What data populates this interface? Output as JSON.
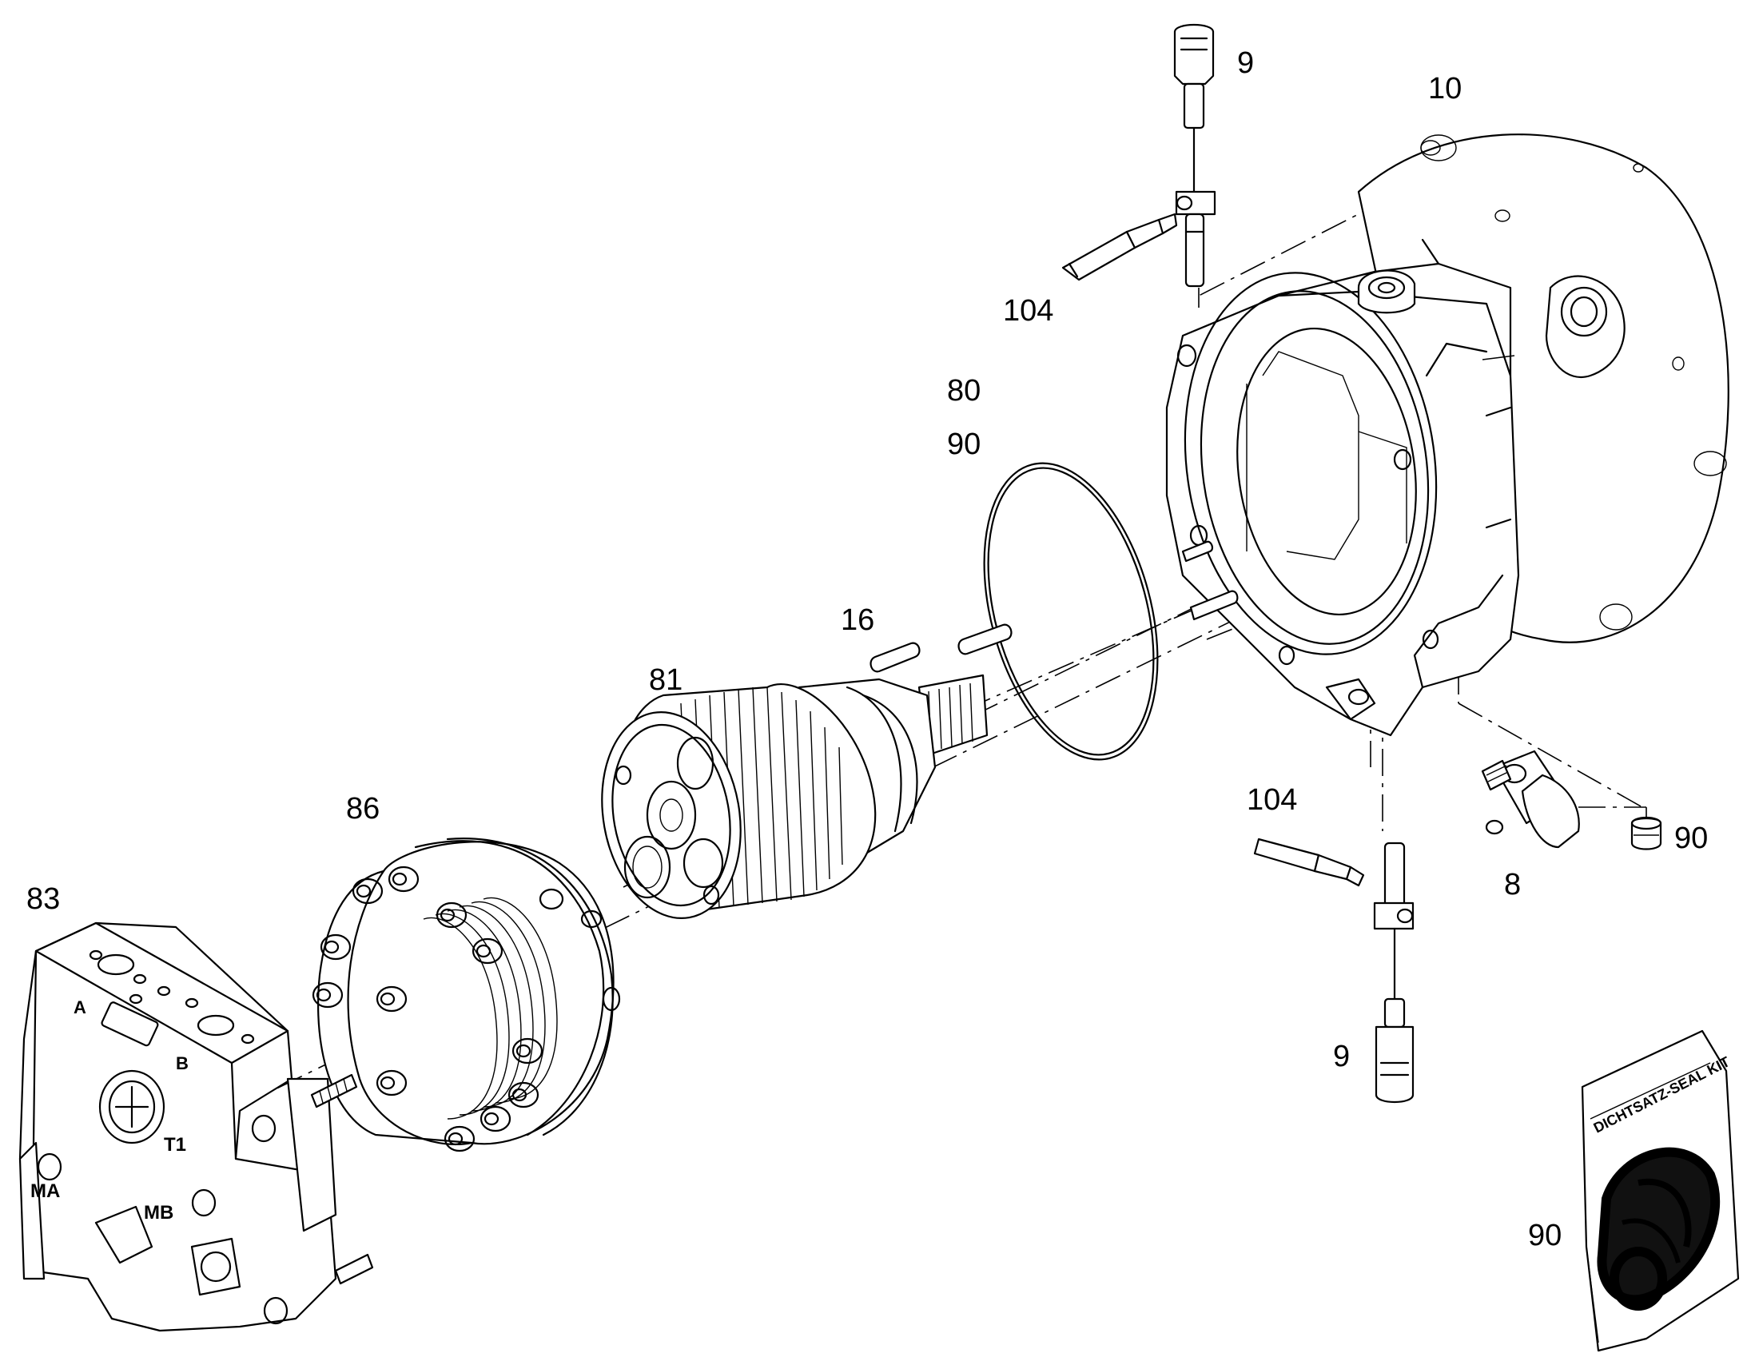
{
  "callouts": {
    "c9_top": "9",
    "c10": "10",
    "c104_top": "104",
    "c80": "80",
    "c90_ring": "90",
    "c16": "16",
    "c81": "81",
    "c86": "86",
    "c83": "83",
    "c104_bottom": "104",
    "c90_plug": "90",
    "c8": "8",
    "c9_bottom": "9",
    "c90_kit": "90"
  },
  "block_markings": {
    "port_a": "A",
    "port_b": "B",
    "port_t1": "T1",
    "port_ma": "MA",
    "port_mb": "MB"
  },
  "seal_kit_label": "DICHTSATZ-SEAL KIT"
}
